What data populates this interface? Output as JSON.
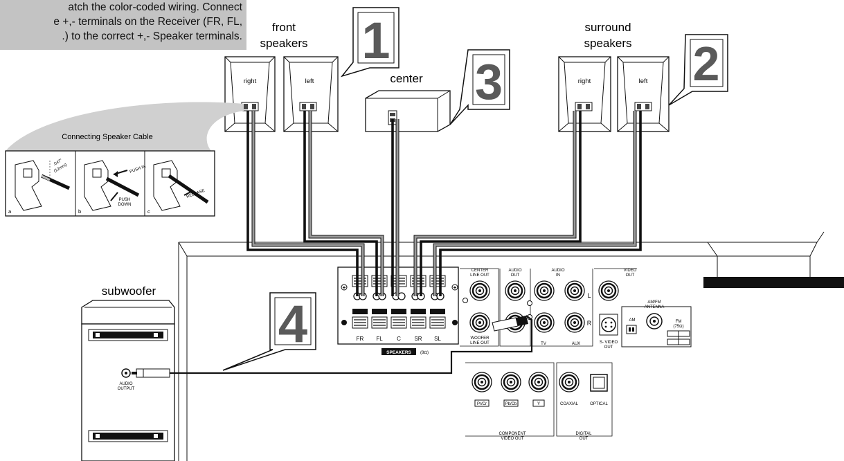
{
  "note": {
    "lines": [
      "atch the color-coded wiring. Connect",
      "e +,- terminals on the Receiver (FR, FL,",
      ".) to the correct +,- Speaker terminals."
    ]
  },
  "groups": {
    "front": [
      "front",
      "speakers"
    ],
    "surround": [
      "surround",
      "speakers"
    ],
    "center": "center",
    "subwoofer": "subwoofer"
  },
  "speakers": {
    "front_right": "right",
    "front_left": "left",
    "surround_right": "right",
    "surround_left": "left"
  },
  "steps": [
    "1",
    "2",
    "3",
    "4"
  ],
  "inset": {
    "title": "Connecting Speaker Cable",
    "panel_a": "a",
    "panel_b": "b",
    "panel_c": "c",
    "dim1": ".047\"",
    "dim2": "(12mm)",
    "push_in": "PUSH IN",
    "push_down_1": "PUSH",
    "push_down_2": "DOWN",
    "release": "RELEASE"
  },
  "receiver": {
    "terminals": [
      "FR",
      "FL",
      "C",
      "SR",
      "SL"
    ],
    "speakers_label": "SPEAKERS",
    "speakers_ohm": "(8Ω)",
    "center_line_out": [
      "CENTER",
      "LINE OUT"
    ],
    "audio_out": [
      "AUDIO",
      "OUT"
    ],
    "audio_in": [
      "AUDIO",
      "IN"
    ],
    "video_out": [
      "VIDEO",
      "OUT"
    ],
    "woofer_line_out": [
      "WOOFER",
      "LINE OUT"
    ],
    "tv": "TV",
    "aux": "AUX",
    "l": "L",
    "r": "R",
    "svideo_out": [
      "S- VIDEO",
      "OUT"
    ],
    "am_fm_antenna": [
      "AM/FM",
      "ANTENNA"
    ],
    "am": "AM",
    "fm": [
      "FM",
      "(75Ω)"
    ],
    "component": [
      "Pr/Cr",
      "Pb/Cb",
      "Y"
    ],
    "component_video_out": [
      "COMPONENT",
      "VIDEO OUT"
    ],
    "coaxial": "COAXIAL",
    "optical": "OPTICAL",
    "digital_out": [
      "DIGITAL",
      "OUT"
    ]
  },
  "subwoofer": {
    "audio_output": [
      "AUDIO",
      "OUTPUT"
    ]
  }
}
